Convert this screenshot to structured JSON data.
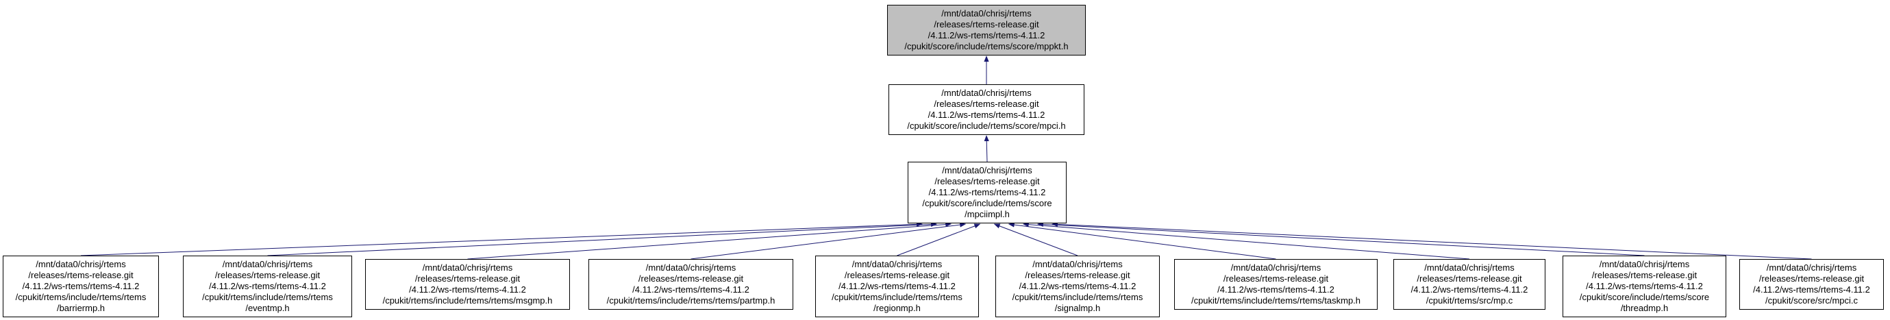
{
  "diagram": {
    "type": "include-dependency-graph",
    "background_color": "#ffffff",
    "node_fill": "#ffffff",
    "node_border_color": "#000000",
    "highlight_fill": "#bfbfbf",
    "arrow_color": "#191970"
  },
  "nodes": {
    "mppkt": {
      "label": "/mnt/data0/chrisj/rtems\n/releases/rtems-release.git\n/4.11.2/ws-rtems/rtems-4.11.2\n/cpukit/score/include/rtems/score/mppkt.h",
      "highlighted": true
    },
    "mpci": {
      "label": "/mnt/data0/chrisj/rtems\n/releases/rtems-release.git\n/4.11.2/ws-rtems/rtems-4.11.2\n/cpukit/score/include/rtems/score/mpci.h",
      "highlighted": false
    },
    "mpciimpl": {
      "label": "/mnt/data0/chrisj/rtems\n/releases/rtems-release.git\n/4.11.2/ws-rtems/rtems-4.11.2\n/cpukit/score/include/rtems/score\n/mpciimpl.h",
      "highlighted": false
    },
    "barriermp": {
      "label": "/mnt/data0/chrisj/rtems\n/releases/rtems-release.git\n/4.11.2/ws-rtems/rtems-4.11.2\n/cpukit/rtems/include/rtems/rtems\n/barriermp.h",
      "highlighted": false
    },
    "eventmp": {
      "label": "/mnt/data0/chrisj/rtems\n/releases/rtems-release.git\n/4.11.2/ws-rtems/rtems-4.11.2\n/cpukit/rtems/include/rtems/rtems\n/eventmp.h",
      "highlighted": false
    },
    "msgmp": {
      "label": "/mnt/data0/chrisj/rtems\n/releases/rtems-release.git\n/4.11.2/ws-rtems/rtems-4.11.2\n/cpukit/rtems/include/rtems/rtems/msgmp.h",
      "highlighted": false
    },
    "partmp": {
      "label": "/mnt/data0/chrisj/rtems\n/releases/rtems-release.git\n/4.11.2/ws-rtems/rtems-4.11.2\n/cpukit/rtems/include/rtems/rtems/partmp.h",
      "highlighted": false
    },
    "regionmp": {
      "label": "/mnt/data0/chrisj/rtems\n/releases/rtems-release.git\n/4.11.2/ws-rtems/rtems-4.11.2\n/cpukit/rtems/include/rtems/rtems\n/regionmp.h",
      "highlighted": false
    },
    "signalmp": {
      "label": "/mnt/data0/chrisj/rtems\n/releases/rtems-release.git\n/4.11.2/ws-rtems/rtems-4.11.2\n/cpukit/rtems/include/rtems/rtems\n/signalmp.h",
      "highlighted": false
    },
    "taskmp": {
      "label": "/mnt/data0/chrisj/rtems\n/releases/rtems-release.git\n/4.11.2/ws-rtems/rtems-4.11.2\n/cpukit/rtems/include/rtems/rtems/taskmp.h",
      "highlighted": false
    },
    "mp_c": {
      "label": "/mnt/data0/chrisj/rtems\n/releases/rtems-release.git\n/4.11.2/ws-rtems/rtems-4.11.2\n/cpukit/rtems/src/mp.c",
      "highlighted": false
    },
    "threadmp": {
      "label": "/mnt/data0/chrisj/rtems\n/releases/rtems-release.git\n/4.11.2/ws-rtems/rtems-4.11.2\n/cpukit/score/include/rtems/score\n/threadmp.h",
      "highlighted": false
    },
    "mpci_c": {
      "label": "/mnt/data0/chrisj/rtems\n/releases/rtems-release.git\n/4.11.2/ws-rtems/rtems-4.11.2\n/cpukit/score/src/mpci.c",
      "highlighted": false
    }
  },
  "edges": [
    {
      "from": "mpci",
      "to": "mppkt"
    },
    {
      "from": "mpciimpl",
      "to": "mpci"
    },
    {
      "from": "barriermp",
      "to": "mpciimpl"
    },
    {
      "from": "eventmp",
      "to": "mpciimpl"
    },
    {
      "from": "msgmp",
      "to": "mpciimpl"
    },
    {
      "from": "partmp",
      "to": "mpciimpl"
    },
    {
      "from": "regionmp",
      "to": "mpciimpl"
    },
    {
      "from": "signalmp",
      "to": "mpciimpl"
    },
    {
      "from": "taskmp",
      "to": "mpciimpl"
    },
    {
      "from": "mp_c",
      "to": "mpciimpl"
    },
    {
      "from": "threadmp",
      "to": "mpciimpl"
    },
    {
      "from": "mpci_c",
      "to": "mpciimpl"
    }
  ]
}
